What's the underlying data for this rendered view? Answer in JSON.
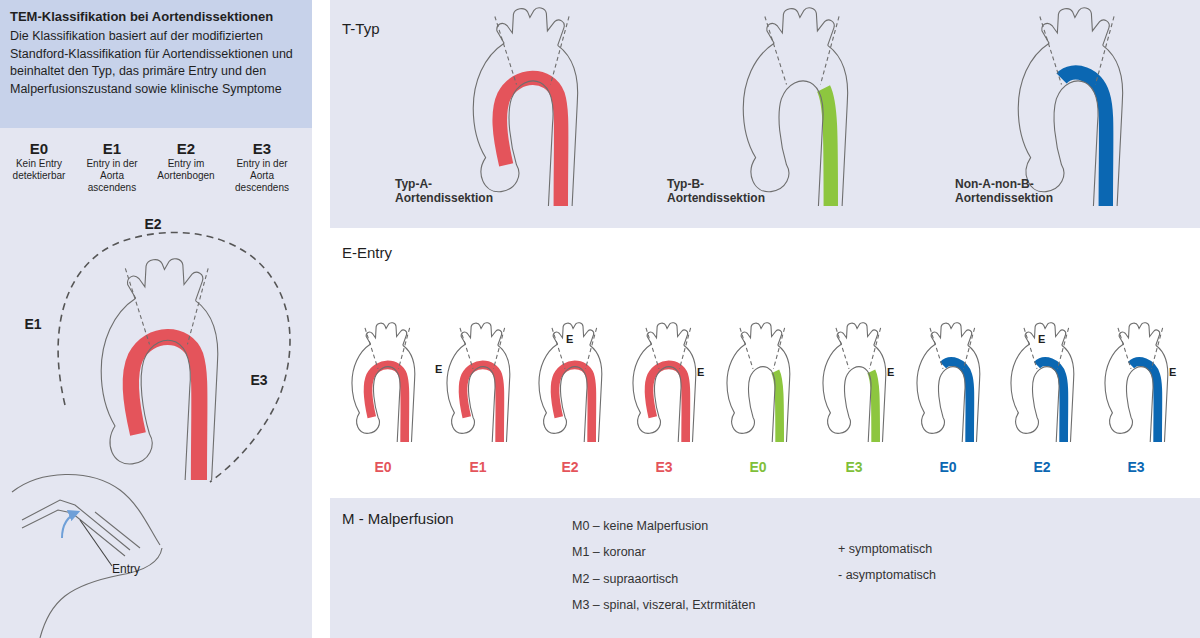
{
  "diagram": {
    "nodes": [
      {
        "text": [
          "TEM-Klassifikation bei Aortendissektionen",
          "Die Klassifikation basiert auf der modifizierten Standford-Klassifikation für Aortendissektionen und beinhaltet den Typ, das primäre Entry und den Malperfusionszustand sowie klinische Symptome"
        ]
      },
      {
        "text": [
          "T-Typ"
        ]
      },
      {
        "text": [
          "E-Entry"
        ]
      },
      {
        "text": [
          "M - Malperfusion"
        ]
      }
    ],
    "labels": [
      "E0",
      "Kein Entry detektierbar",
      "E1",
      "Entry in der Aorta ascendens",
      "E2",
      "Entry im Aortenbogen",
      "E3",
      "Entry in der Aorta descendens",
      "E2",
      "E1",
      "E3",
      "Entry",
      "Typ-A- Aortendissektion",
      "Typ-B- Aortendissektion",
      "Non-A-non-B- Aortendissektion",
      "E",
      "E",
      "E",
      "E",
      "E",
      "E",
      "E0",
      "E1",
      "E2",
      "E3",
      "E0",
      "E3",
      "E0",
      "E2",
      "E3",
      "M0 – keine Malperfusion",
      "M1 – koronar",
      "M2 – supraaortisch",
      "M3 – spinal, viszeral, Extrmitäten",
      "+ symptomatisch",
      "- asymptomatisch"
    ]
  }
}
